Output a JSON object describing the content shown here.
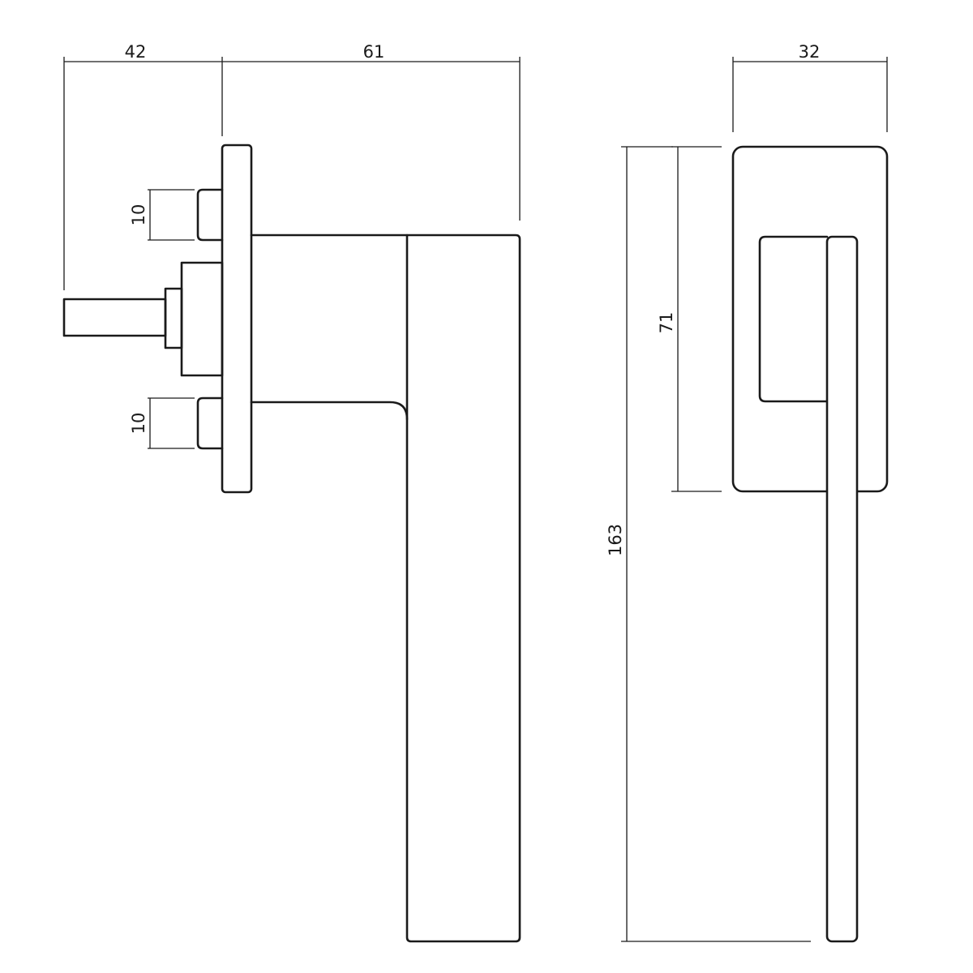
{
  "dimensions": {
    "spindle_length": "42",
    "projection": "61",
    "upper_screw": "10",
    "lower_screw": "10",
    "rose_width": "32",
    "rose_height": "71",
    "total_height": "163"
  },
  "colors": {
    "line": "#1a1a1a",
    "background": "#ffffff"
  }
}
